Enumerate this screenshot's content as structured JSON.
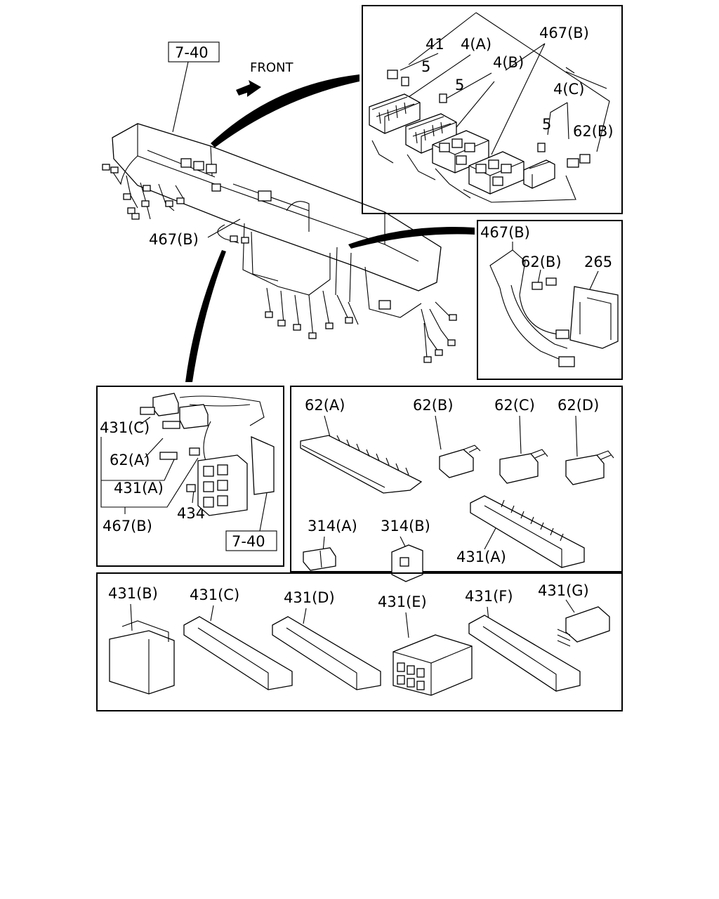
{
  "diagram": {
    "main": {
      "ref_box_label": "7-40",
      "front_label": "FRONT",
      "callout_467b": "467(B)"
    },
    "panel_top_right": {
      "labels": {
        "p41": "41",
        "p4a": "4(A)",
        "p5a": "5",
        "p467b": "467(B)",
        "p4b": "4(B)",
        "p5b": "5",
        "p4c": "4(C)",
        "p5c": "5",
        "p62b": "62(B)"
      }
    },
    "panel_mid_right": {
      "labels": {
        "p467b": "467(B)",
        "p62b": "62(B)",
        "p265": "265"
      }
    },
    "panel_mid_left": {
      "labels": {
        "p431c": "431(C)",
        "p62a": "62(A)",
        "p431a": "431(A)",
        "p467b": "467(B)",
        "p434": "434",
        "ref_box": "7-40"
      }
    },
    "panel_connectors_a": {
      "labels": {
        "p62a": "62(A)",
        "p62b": "62(B)",
        "p62c": "62(C)",
        "p62d": "62(D)",
        "p314a": "314(A)",
        "p314b": "314(B)",
        "p431a": "431(A)"
      }
    },
    "panel_connectors_b": {
      "labels": {
        "p431b": "431(B)",
        "p431c": "431(C)",
        "p431d": "431(D)",
        "p431e": "431(E)",
        "p431f": "431(F)",
        "p431g": "431(G)"
      }
    }
  }
}
